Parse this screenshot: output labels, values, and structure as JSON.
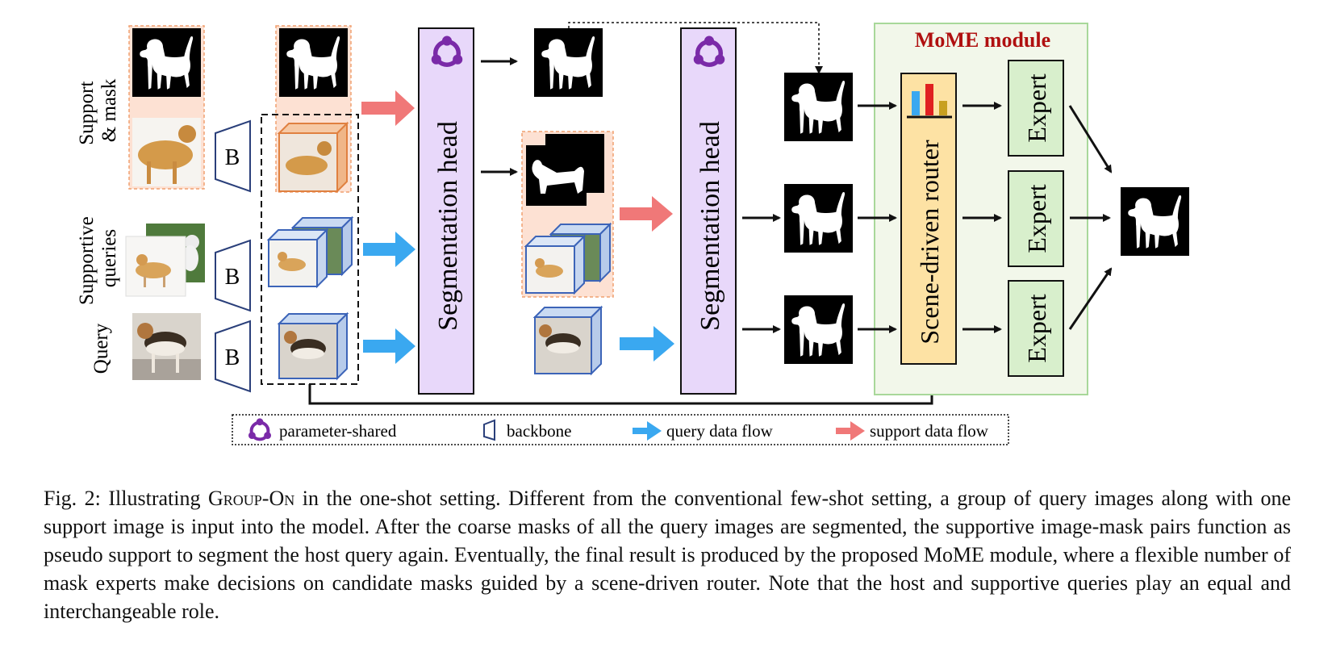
{
  "labels": {
    "support_mask": [
      "Support",
      "& mask"
    ],
    "supportive_queries": [
      "Supportive",
      "queries"
    ],
    "query": "Query",
    "backbone_letter": "B",
    "seg_head": "Segmentation head",
    "mome_title": "MoME module",
    "router": "Scene-driven router",
    "expert": "Expert"
  },
  "legend": {
    "parameter_shared": "parameter-shared",
    "backbone": "backbone",
    "query_flow": "query data flow",
    "support_flow": "support data flow"
  },
  "caption": {
    "prefix": "Fig. 2: Illustrating ",
    "method": "Group-On",
    "rest": " in the one-shot setting. Different from the conventional few-shot setting, a group of query images along with one support image is input into the model. After the coarse masks of all the query images are segmented, the supportive image-mask pairs function as pseudo support to segment the host query again. Eventually, the final result is produced by the proposed MoME module, where a flexible number of mask experts make decisions on candidate masks guided by a scene-driven router. Note that the host and supportive queries play an equal and interchangeable role."
  },
  "colors": {
    "query_flow": "#3aa8f0",
    "support_flow": "#f07878",
    "seg_head_fill": "#e8d8fa",
    "shared_icon": "#7a2aa8",
    "mome_title": "#b01010",
    "mome_border": "#a8d89a",
    "mome_fill": "#f2f7ea",
    "router_fill": "#fde2a4",
    "expert_fill": "#d8efcc"
  }
}
